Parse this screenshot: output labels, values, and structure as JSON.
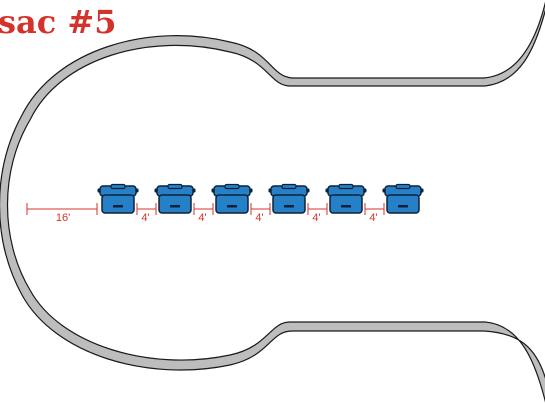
{
  "title": "sac #5",
  "colors": {
    "title": "#d4332b",
    "road_fill": "#bdbdbd",
    "road_edge": "#1a1a1a",
    "dimension": "#d4332b",
    "cart_body": "#2680c8",
    "cart_edge": "#0d2238"
  },
  "layout_label": "cul-de-sac",
  "vehicle_icon": "cart-icon",
  "vehicle_count": 6,
  "dimensions": {
    "lead": "16'",
    "gaps": [
      "4'",
      "4'",
      "4'",
      "4'",
      "4'"
    ]
  }
}
